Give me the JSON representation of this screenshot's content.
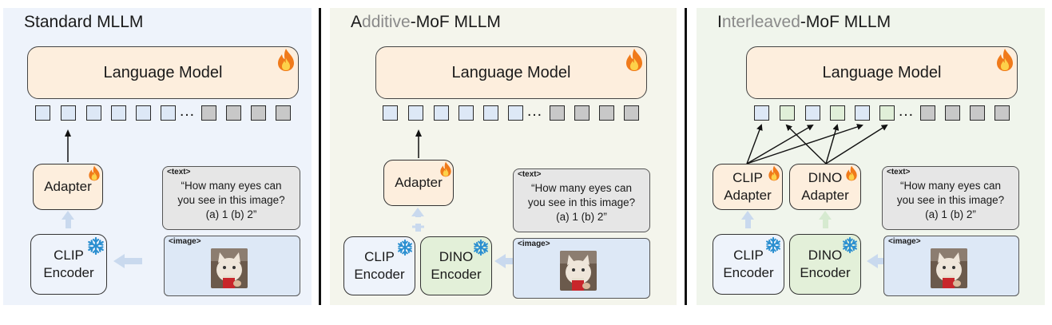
{
  "colors": {
    "panel1_bg": "#eef3fb",
    "panel2_bg": "#f4f5ec",
    "panel3_bg": "#f0f5ec",
    "lm_fill": "#fdeedd",
    "visual_token": "#dde8f6",
    "dino_token": "#e0efd8",
    "text_token": "#c8c8c8",
    "faint_arrow": "#c9d9ee"
  },
  "icons": [
    "fire-icon",
    "snowflake-icon"
  ],
  "panels": {
    "standard": {
      "title": "Standard MLLM",
      "lm": "Language Model",
      "dots": "…",
      "adapter": "Adapter",
      "clip_line1": "CLIP",
      "clip_line2": "Encoder",
      "text_tag": "<text>",
      "q1": "“How many eyes can",
      "q2": "you see in this image?",
      "q3": "(a) 1 (b) 2”",
      "image_tag": "<image>"
    },
    "additive": {
      "title_a": "A",
      "title_b": "dditive",
      "title_c": "-MoF MLLM",
      "lm": "Language Model",
      "dots": "…",
      "adapter": "Adapter",
      "clip_line1": "CLIP",
      "clip_line2": "Encoder",
      "dino_line1": "DINO",
      "dino_line2": "Encoder",
      "text_tag": "<text>",
      "q1": "“How many eyes can",
      "q2": "you see in this image?",
      "q3": "(a) 1 (b) 2”",
      "image_tag": "<image>"
    },
    "interleaved": {
      "title_a": "I",
      "title_b": "nterleaved",
      "title_c": "-MoF MLLM",
      "lm": "Language Model",
      "dots": "…",
      "clip_adapter_1": "CLIP",
      "clip_adapter_2": "Adapter",
      "dino_adapter_1": "DINO",
      "dino_adapter_2": "Adapter",
      "clip_line1": "CLIP",
      "clip_line2": "Encoder",
      "dino_line1": "DINO",
      "dino_line2": "Encoder",
      "text_tag": "<text>",
      "q1": "“How many eyes can",
      "q2": "you see in this image?",
      "q3": "(a) 1 (b) 2”",
      "image_tag": "<image>"
    }
  }
}
